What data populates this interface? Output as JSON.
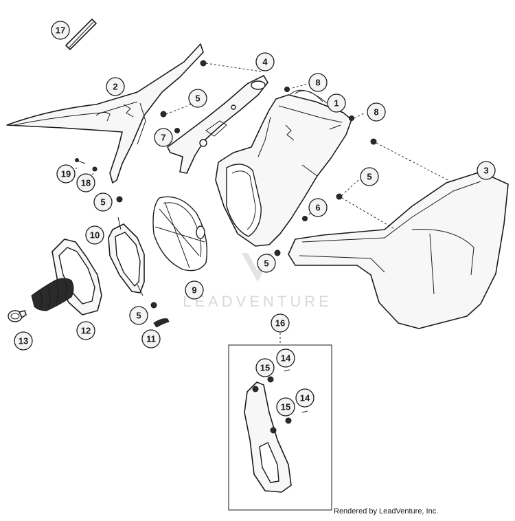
{
  "callouts": [
    "1",
    "2",
    "3",
    "4",
    "5",
    "6",
    "7",
    "8",
    "9",
    "10",
    "11",
    "12",
    "13",
    "14",
    "15",
    "16",
    "17",
    "18",
    "19"
  ],
  "watermark": "LEADVENTURE",
  "credit": "Rendered by LeadVenture, Inc."
}
